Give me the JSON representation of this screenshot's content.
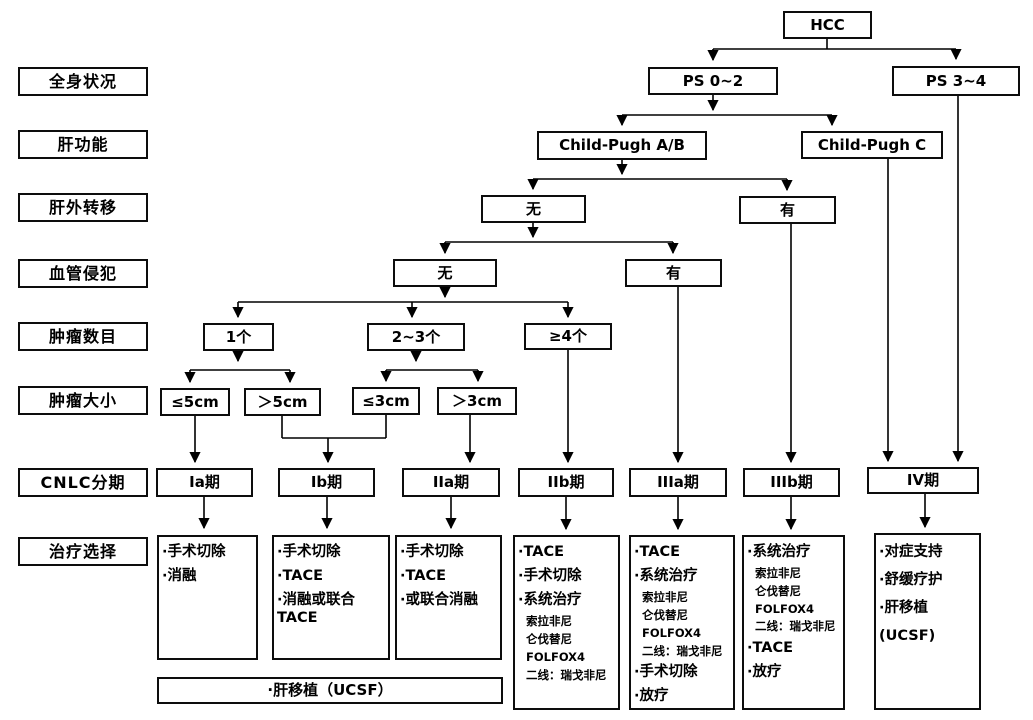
{
  "colors": {
    "line": "#000000",
    "box_border": "#0d0d0d",
    "background": "#ffffff",
    "text": "#000000"
  },
  "row_labels": [
    {
      "label": "全身状况"
    },
    {
      "label": "肝功能"
    },
    {
      "label": "肝外转移"
    },
    {
      "label": "血管侵犯"
    },
    {
      "label": "肿瘤数目"
    },
    {
      "label": "肿瘤大小"
    },
    {
      "label": "CNLC分期"
    },
    {
      "label": "治疗选择"
    }
  ],
  "nodes": {
    "hcc": "HCC",
    "ps02": "PS 0~2",
    "ps34": "PS 3~4",
    "child_pugh_ab": "Child-Pugh A/B",
    "child_pugh_c": "Child-Pugh C",
    "metastasis_no": "无",
    "metastasis_yes": "有",
    "vascular_no": "无",
    "vascular_yes": "有",
    "count_1": "1个",
    "count_2_3": "2~3个",
    "count_ge4": "≥4个",
    "size_le5": "≤5cm",
    "size_gt5": "＞5cm",
    "size_le3": "≤3cm",
    "size_gt3": "＞3cm"
  },
  "stages": {
    "ia": "Ia期",
    "ib": "Ib期",
    "iia": "IIa期",
    "iib": "IIb期",
    "iiia": "IIIa期",
    "iiib": "IIIb期",
    "iv": "IV期"
  },
  "treatments": {
    "ia": {
      "items": [
        {
          "text": "·手术切除"
        },
        {
          "text": "·消融"
        }
      ]
    },
    "ib": {
      "items": [
        {
          "text": "·手术切除"
        },
        {
          "text": "·TACE"
        },
        {
          "text": "·消融或联合TACE"
        }
      ]
    },
    "iia": {
      "items": [
        {
          "text": "·手术切除"
        },
        {
          "text": "·TACE"
        },
        {
          "text": "·或联合消融"
        }
      ]
    },
    "iib": {
      "items": [
        {
          "text": "·TACE"
        },
        {
          "text": "·手术切除"
        },
        {
          "text": "·系统治疗"
        },
        {
          "text": "索拉非尼"
        },
        {
          "text": "仑伐替尼"
        },
        {
          "text": "FOLFOX4"
        },
        {
          "text": "二线：瑞戈非尼"
        }
      ]
    },
    "iiia": {
      "items": [
        {
          "text": "·TACE"
        },
        {
          "text": "·系统治疗"
        },
        {
          "text": "索拉非尼"
        },
        {
          "text": "仑伐替尼"
        },
        {
          "text": "FOLFOX4"
        },
        {
          "text": "二线：瑞戈非尼"
        },
        {
          "text": "·手术切除"
        },
        {
          "text": "·放疗"
        }
      ]
    },
    "iiib": {
      "items": [
        {
          "text": "·系统治疗"
        },
        {
          "text": "索拉非尼"
        },
        {
          "text": "仑伐替尼"
        },
        {
          "text": "FOLFOX4"
        },
        {
          "text": "二线：瑞戈非尼"
        },
        {
          "text": "·TACE"
        },
        {
          "text": "·放疗"
        }
      ]
    },
    "iv": {
      "items": [
        {
          "text": "·对症支持"
        },
        {
          "text": "·舒缓疗护"
        },
        {
          "text": "·肝移植"
        },
        {
          "text": "(UCSF)"
        }
      ]
    }
  },
  "transplant_bar": "·肝移植（UCSF）"
}
